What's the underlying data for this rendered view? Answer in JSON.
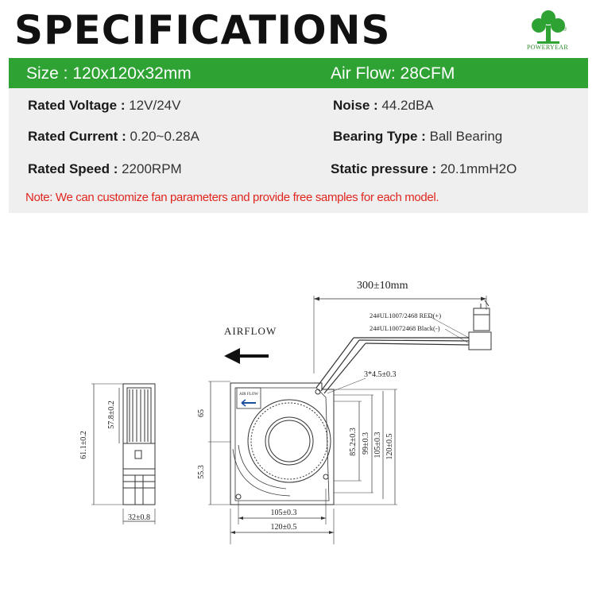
{
  "header": {
    "title": "SPECIFICATIONS",
    "brand": "POWERYEAR",
    "registered": "®",
    "brand_color": "#2ea333"
  },
  "highlight": {
    "size_label": "Size :",
    "size_value": "120x120x32mm",
    "airflow_label": "Air Flow:",
    "airflow_value": "28CFM"
  },
  "specs": {
    "voltage_label": "Rated Voltage :",
    "voltage_value": "12V/24V",
    "current_label": "Rated Current :",
    "current_value": "0.20~0.28A",
    "speed_label": "Rated Speed :",
    "speed_value": "2200RPM",
    "noise_label": "Noise :",
    "noise_value": "44.2dBA",
    "bearing_label": "Bearing Type :",
    "bearing_value": "Ball Bearing",
    "pressure_label": "Static pressure :",
    "pressure_value": "20.1mmH2O"
  },
  "note": "Note: We can customize fan parameters and provide free samples for each model.",
  "drawing": {
    "cable_length": "300±10mm",
    "wire_red": "24#UL1007/2468 RED(+)",
    "wire_black": "24#UL10072468 Black(-)",
    "airflow_label": "AIRFLOW",
    "airflow_sticker": "AIR FLOW",
    "holes": "3*4.5±0.3",
    "dim_height_outer": "61.1±0.2",
    "dim_height_inner": "57.8±0.2",
    "dim_thickness": "32±0.8",
    "dim_65": "65",
    "dim_55": "55.3",
    "dim_85": "85.2±0.3",
    "dim_99": "99±0.3",
    "dim_105v": "105±0.3",
    "dim_120v": "120±0.5",
    "dim_105h": "105±0.3",
    "dim_120h": "120±0.5"
  }
}
